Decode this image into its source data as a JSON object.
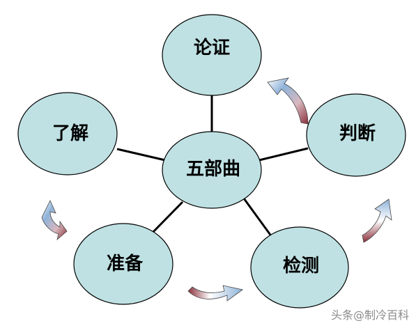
{
  "diagram": {
    "center": {
      "id": "center",
      "label": "五部曲"
    },
    "nodes": [
      {
        "id": "lunzheng",
        "label": "论证"
      },
      {
        "id": "panduan",
        "label": "判断"
      },
      {
        "id": "jiance",
        "label": "检测"
      },
      {
        "id": "zhunbei",
        "label": "准备"
      },
      {
        "id": "liaojie",
        "label": "了解"
      }
    ],
    "node_fill": "#bfe1e3",
    "node_stroke": "#000000",
    "connector_color": "#000000",
    "arrow_colors": {
      "light": "#8fb3d9",
      "dark": "#8a2f3a"
    }
  },
  "watermark": "头条@制冷百科"
}
